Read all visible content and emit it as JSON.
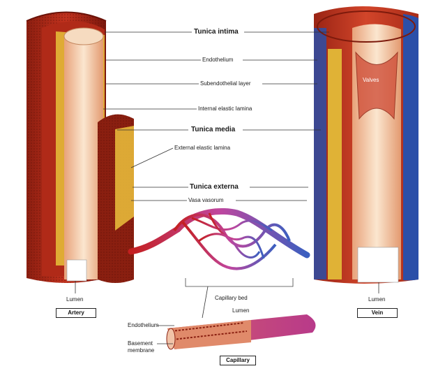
{
  "labels": {
    "tunica_intima": "Tunica intima",
    "endothelium": "Endothelium",
    "subendothelial_layer": "Subendothelial layer",
    "internal_elastic_lamina": "Internal elastic lamina",
    "tunica_media": "Tunica media",
    "external_elastic_lamina": "External elastic lamina",
    "tunica_externa": "Tunica externa",
    "vasa_vasorum": "Vasa vasorum",
    "valves": "Valves",
    "capillary_bed": "Capillary bed",
    "lumen_artery": "Lumen",
    "lumen_vein": "Lumen",
    "lumen_capillary": "Lumen",
    "endothelium_capillary": "Endothelium",
    "basement_membrane_line1": "Basement",
    "basement_membrane_line2": "membrane"
  },
  "boxes": {
    "artery": "Artery",
    "vein": "Vein",
    "capillary": "Capillary"
  },
  "colors": {
    "artery_red": "#c0281c",
    "muscle_brown": "#8a1f10",
    "elastic_yellow": "#e8c23a",
    "lumen_cream": "#f4d7b8",
    "vein_blue": "#2b4fa8",
    "capillary_pink": "#c2449a"
  }
}
